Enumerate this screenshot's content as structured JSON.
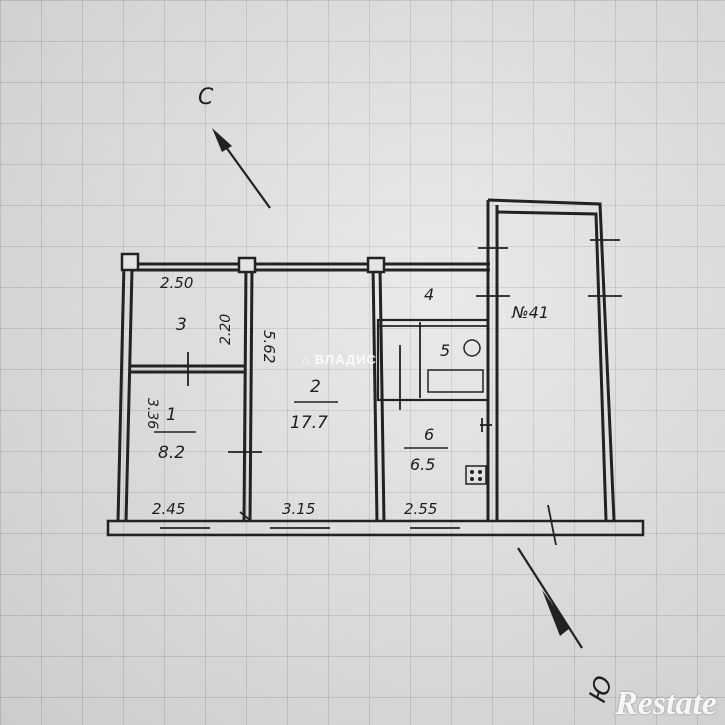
{
  "compass": {
    "north_letter": "С",
    "south_letter": "Ю"
  },
  "rooms": [
    {
      "number": "3",
      "width": "2.50",
      "depth": "2.20"
    },
    {
      "number": "1",
      "area": "8.2",
      "width": "2.45",
      "depth": "3.36"
    },
    {
      "number": "2",
      "area": "17.7",
      "width": "3.15",
      "depth": "5.62"
    },
    {
      "number": "4"
    },
    {
      "number": "5"
    },
    {
      "number": "6",
      "area": "6.5",
      "width": "2.55"
    }
  ],
  "balcony_label": "№41",
  "watermark": "ВЛАДИС",
  "logo": "Restate"
}
